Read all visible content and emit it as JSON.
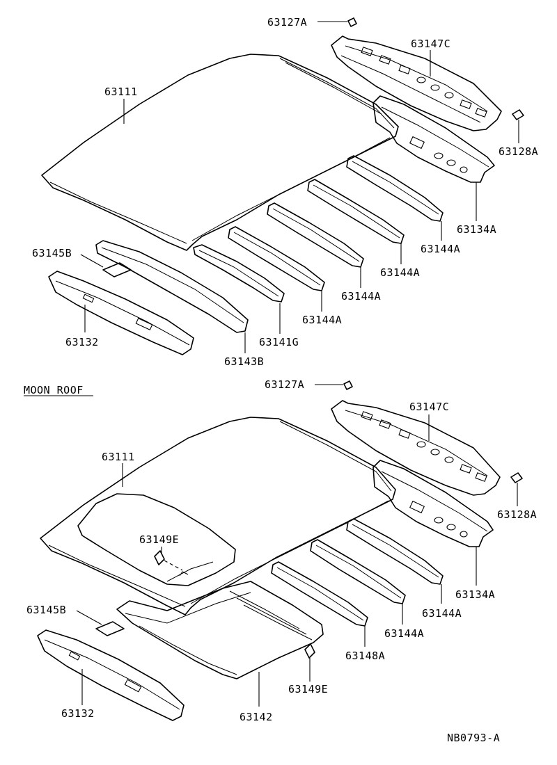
{
  "diagram_id": "NB0793-A",
  "section_title": "MOON ROOF",
  "upper": {
    "labels": {
      "clip_top": "63127A",
      "rear_rail_upper": "63147C",
      "roof_panel": "63111",
      "clip_right": "63128A",
      "rear_rail_lower": "63134A",
      "bow_1": "63144A",
      "bow_2": "63144A",
      "bow_3": "63144A",
      "bow_4": "63144A",
      "bow_front": "63141G",
      "front_rail_upper": "63143B",
      "patch": "63145B",
      "front_rail_lower": "63132"
    }
  },
  "lower": {
    "labels": {
      "clip_top": "63127A",
      "rear_rail_upper": "63147C",
      "roof_panel": "63111",
      "clip_right": "63128A",
      "rear_rail_lower": "63134A",
      "bow_1": "63144A",
      "bow_2": "63144A",
      "reinforcement": "63148A",
      "sunroof_seal": "63149E",
      "sunroof_seal_2": "63149E",
      "patch": "63145B",
      "front_rail_lower": "63132",
      "housing": "63142"
    }
  }
}
